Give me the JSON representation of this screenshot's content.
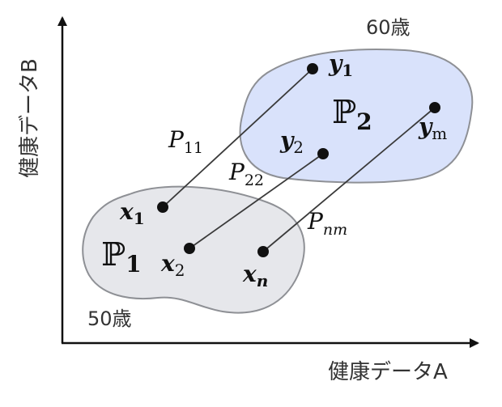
{
  "axes": {
    "x_label": "健康データA",
    "y_label": "健康データB"
  },
  "groups": {
    "p1": {
      "symbol": "ℙ",
      "index": "1",
      "age_label": "50歳",
      "fill": "#e6e7eb",
      "stroke": "#8e9095"
    },
    "p2": {
      "symbol": "ℙ",
      "index": "2",
      "age_label": "60歳",
      "fill": "#d9e2fb",
      "stroke": "#8e9095"
    }
  },
  "points": {
    "x1": {
      "base": "x",
      "sub": "1"
    },
    "x2": {
      "base": "x",
      "sub": "2"
    },
    "xn": {
      "base": "x",
      "sub": "n"
    },
    "y1": {
      "base": "y",
      "sub": "1"
    },
    "y2": {
      "base": "y",
      "sub": "2"
    },
    "ym": {
      "base": "y",
      "sub": "m"
    }
  },
  "couplings": {
    "p11": {
      "base": "P",
      "sub": "11"
    },
    "p22": {
      "base": "P",
      "sub": "22"
    },
    "pnm": {
      "base": "P",
      "sub": "nm"
    }
  },
  "colors": {
    "axis": "#111111",
    "line": "#3a3a3a",
    "dot": "#111111"
  }
}
